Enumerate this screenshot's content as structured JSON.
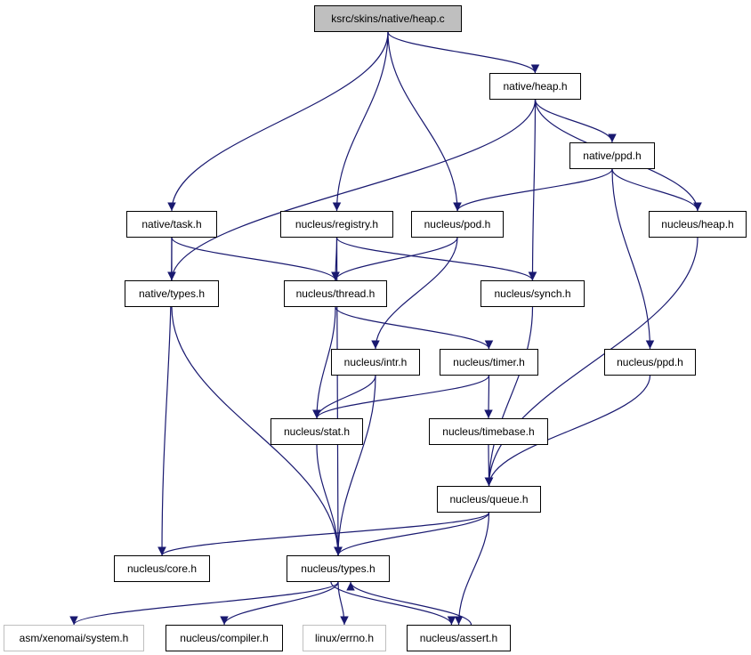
{
  "colors": {
    "edge": "#191970",
    "root_fill": "#bfbfbf",
    "node_border": "#000000",
    "external_border": "#bfbfbf"
  },
  "nodes": {
    "heap_c": "ksrc/skins/native/heap.c",
    "native_heap_h": "native/heap.h",
    "native_ppd_h": "native/ppd.h",
    "native_task_h": "native/task.h",
    "nucleus_registry_h": "nucleus/registry.h",
    "nucleus_pod_h": "nucleus/pod.h",
    "nucleus_heap_h": "nucleus/heap.h",
    "native_types_h": "native/types.h",
    "nucleus_thread_h": "nucleus/thread.h",
    "nucleus_synch_h": "nucleus/synch.h",
    "nucleus_intr_h": "nucleus/intr.h",
    "nucleus_timer_h": "nucleus/timer.h",
    "nucleus_ppd_h": "nucleus/ppd.h",
    "nucleus_stat_h": "nucleus/stat.h",
    "nucleus_timebase_h": "nucleus/timebase.h",
    "nucleus_queue_h": "nucleus/queue.h",
    "nucleus_core_h": "nucleus/core.h",
    "nucleus_types_h": "nucleus/types.h",
    "asm_system_h": "asm/xenomai/system.h",
    "nucleus_compiler_h": "nucleus/compiler.h",
    "linux_errno_h": "linux/errno.h",
    "nucleus_assert_h": "nucleus/assert.h"
  },
  "edges": [
    [
      "heap_c",
      "native_heap_h"
    ],
    [
      "heap_c",
      "native_task_h"
    ],
    [
      "heap_c",
      "nucleus_registry_h"
    ],
    [
      "heap_c",
      "nucleus_pod_h"
    ],
    [
      "native_heap_h",
      "native_ppd_h"
    ],
    [
      "native_heap_h",
      "nucleus_heap_h"
    ],
    [
      "native_heap_h",
      "native_types_h"
    ],
    [
      "native_heap_h",
      "nucleus_synch_h"
    ],
    [
      "native_ppd_h",
      "nucleus_pod_h"
    ],
    [
      "native_ppd_h",
      "nucleus_heap_h"
    ],
    [
      "native_ppd_h",
      "nucleus_ppd_h"
    ],
    [
      "native_task_h",
      "native_types_h"
    ],
    [
      "native_task_h",
      "nucleus_thread_h"
    ],
    [
      "native_task_h",
      "nucleus_core_h"
    ],
    [
      "nucleus_registry_h",
      "nucleus_thread_h"
    ],
    [
      "nucleus_registry_h",
      "nucleus_synch_h"
    ],
    [
      "nucleus_registry_h",
      "nucleus_types_h"
    ],
    [
      "nucleus_pod_h",
      "nucleus_thread_h"
    ],
    [
      "nucleus_pod_h",
      "nucleus_intr_h"
    ],
    [
      "nucleus_heap_h",
      "nucleus_queue_h"
    ],
    [
      "native_types_h",
      "nucleus_types_h"
    ],
    [
      "nucleus_thread_h",
      "nucleus_stat_h"
    ],
    [
      "nucleus_thread_h",
      "nucleus_timer_h"
    ],
    [
      "nucleus_synch_h",
      "nucleus_queue_h"
    ],
    [
      "nucleus_intr_h",
      "nucleus_stat_h"
    ],
    [
      "nucleus_intr_h",
      "nucleus_types_h"
    ],
    [
      "nucleus_timer_h",
      "nucleus_stat_h"
    ],
    [
      "nucleus_timer_h",
      "nucleus_timebase_h"
    ],
    [
      "nucleus_ppd_h",
      "nucleus_queue_h"
    ],
    [
      "nucleus_stat_h",
      "nucleus_types_h"
    ],
    [
      "nucleus_timebase_h",
      "nucleus_queue_h"
    ],
    [
      "nucleus_queue_h",
      "nucleus_core_h"
    ],
    [
      "nucleus_queue_h",
      "nucleus_types_h"
    ],
    [
      "nucleus_queue_h",
      "nucleus_assert_h"
    ],
    [
      "nucleus_types_h",
      "asm_system_h"
    ],
    [
      "nucleus_types_h",
      "nucleus_compiler_h"
    ],
    [
      "nucleus_types_h",
      "linux_errno_h"
    ],
    [
      "nucleus_types_h",
      "nucleus_assert_h"
    ],
    [
      "nucleus_assert_h",
      "nucleus_types_h"
    ]
  ]
}
